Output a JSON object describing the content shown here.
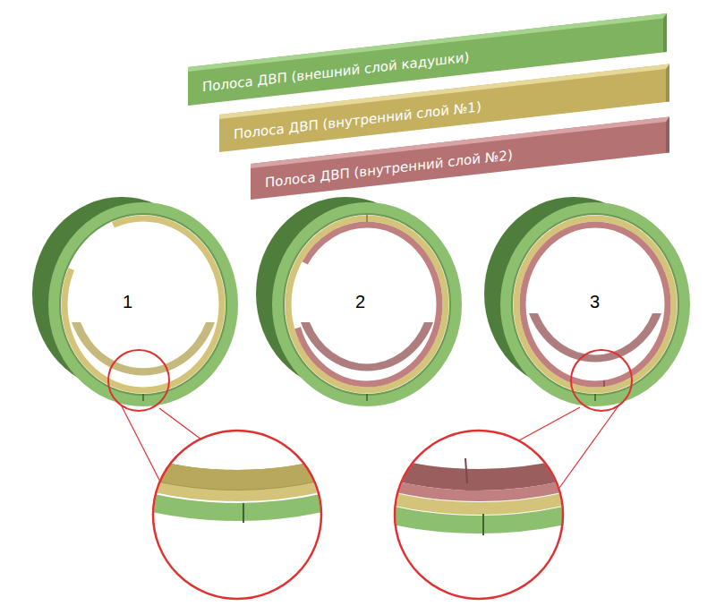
{
  "diagram": {
    "nodes": [
      {
        "text": [
          "Полоса ДВП (внешний слой кадушки)"
        ]
      },
      {
        "text": [
          "Полоса ДВП (внутренний слой №1)"
        ]
      },
      {
        "text": [
          "Полоса ДВП (внутренний слой №2)"
        ]
      }
    ],
    "labels": [
      "1",
      "2",
      "3"
    ]
  }
}
